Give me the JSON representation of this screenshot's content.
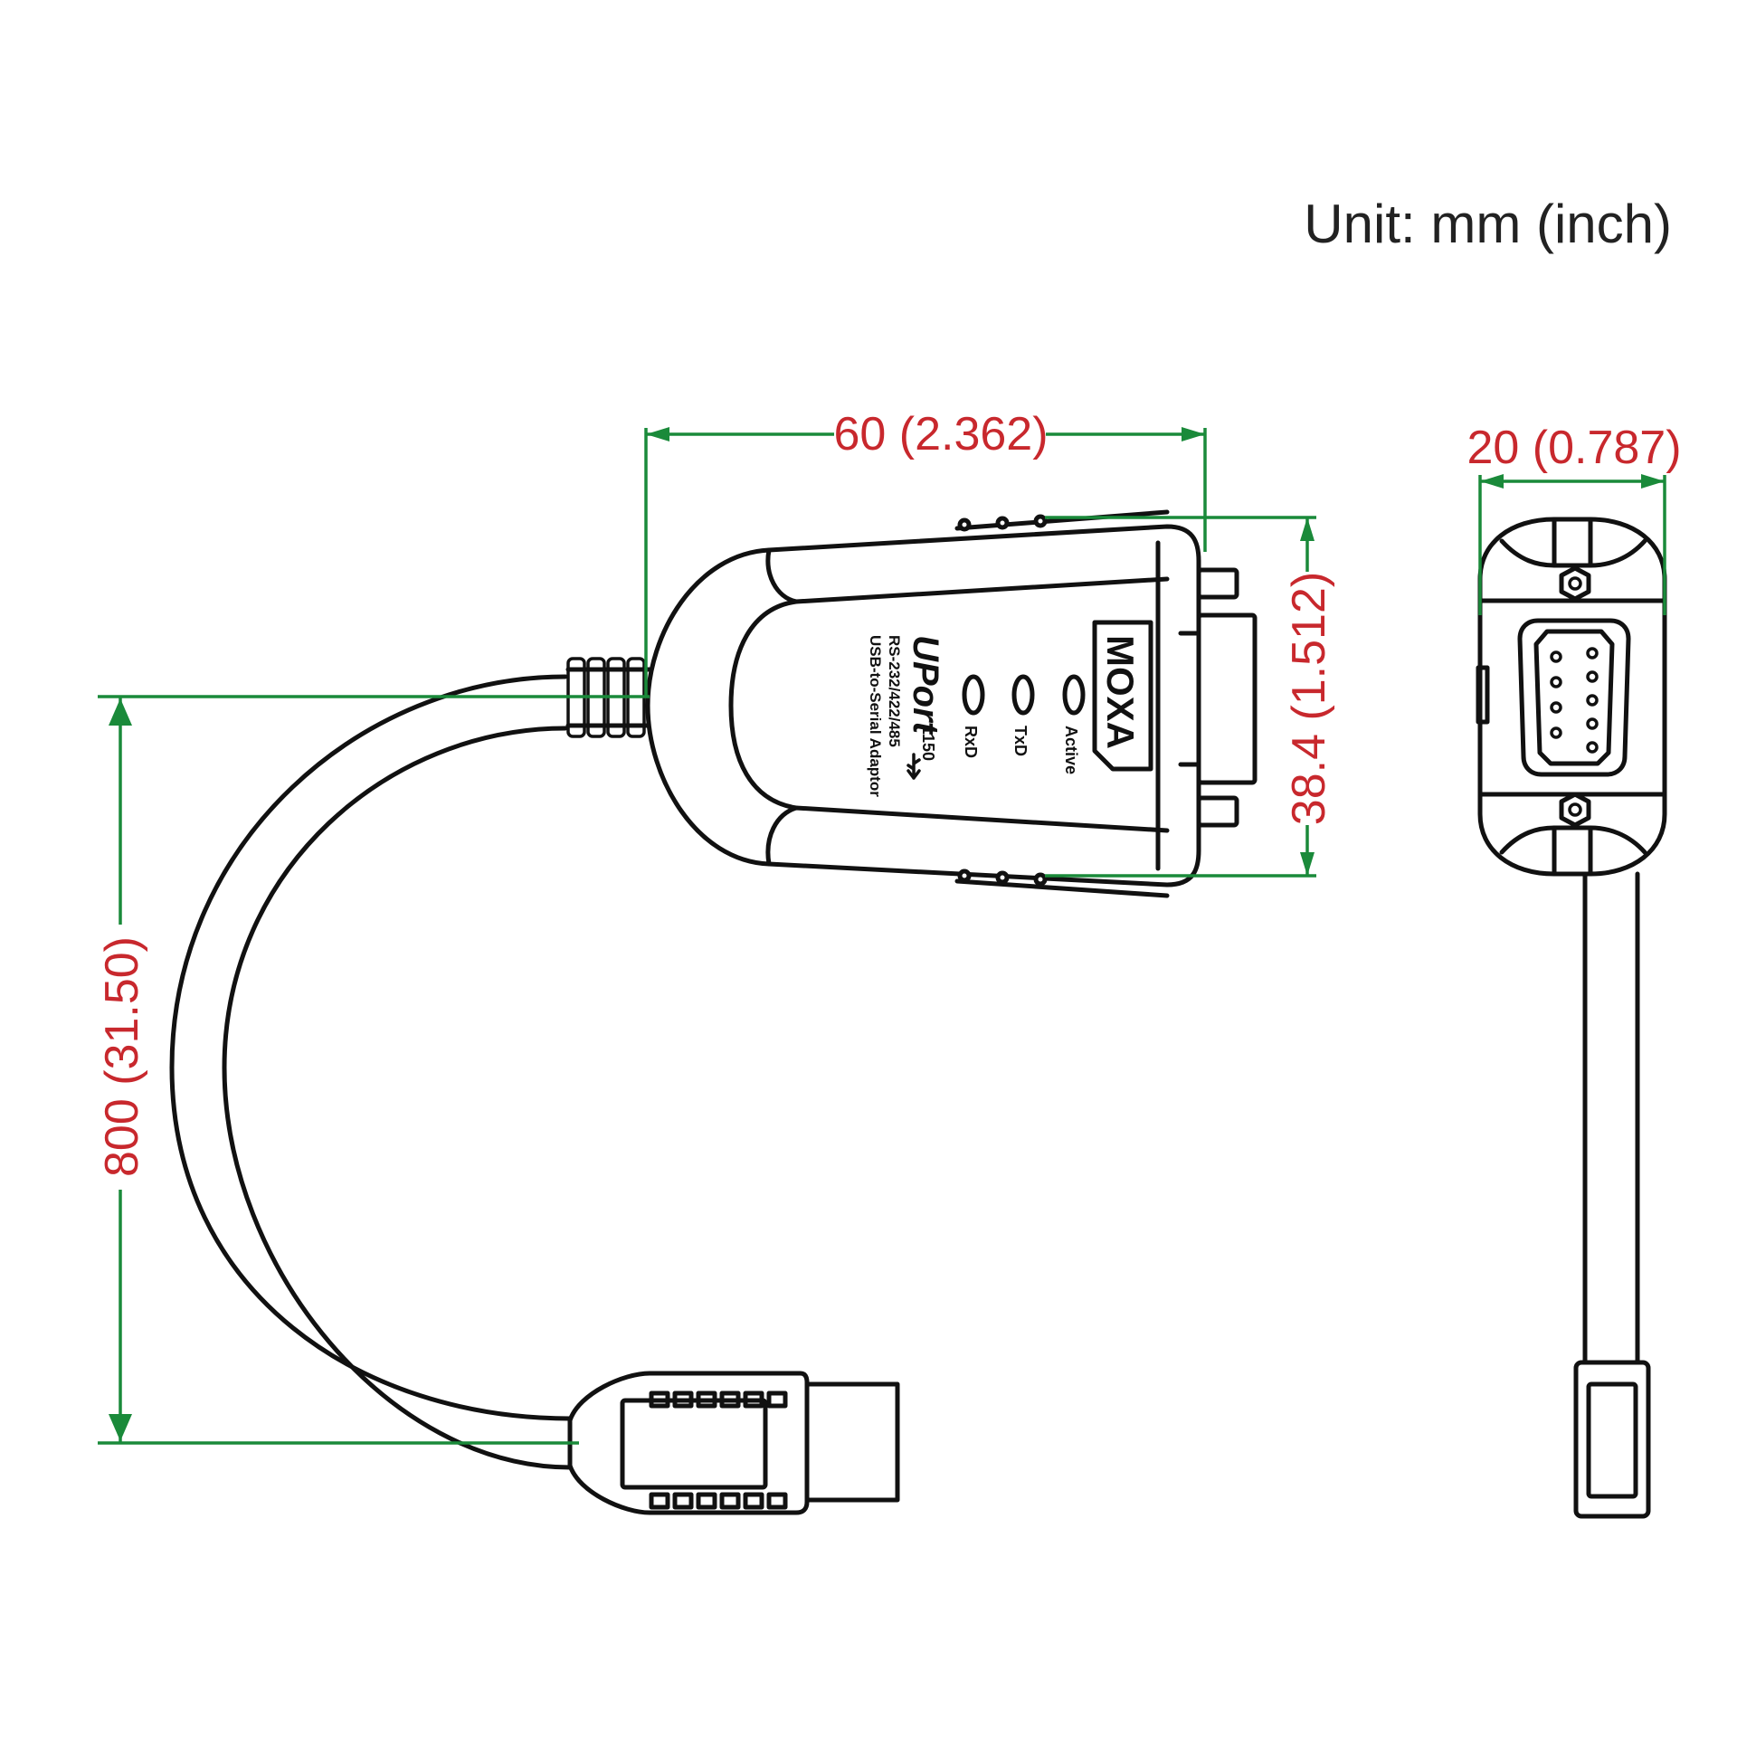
{
  "drawing": {
    "unit_note": "Unit: mm (inch)",
    "dimensions": {
      "width": "60 (2.362)",
      "height": "38.4 (1.512)",
      "depth": "20 (0.787)",
      "cable_length": "800 (31.50)"
    },
    "device_labels": {
      "brand": "MOXA",
      "logo": "UPort",
      "model": "1150",
      "subtitle_1": "RS-232/422/485",
      "subtitle_2": "USB-to-Serial Adaptor",
      "led_1": "Active",
      "led_2": "TxD",
      "led_3": "RxD"
    },
    "colors": {
      "dimension_line": "#1a8a3a",
      "dimension_text": "#c8282d",
      "outline": "#111111"
    },
    "icons": [
      "usb-icon"
    ]
  }
}
